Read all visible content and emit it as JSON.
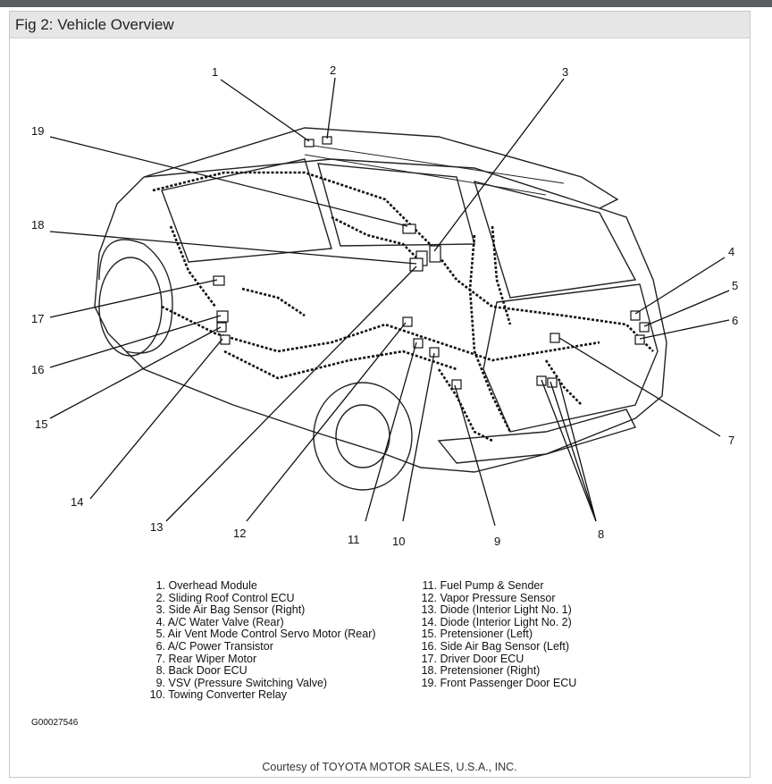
{
  "figure": {
    "title": "Fig 2: Vehicle Overview",
    "image_code": "G00027546",
    "credit": "Courtesy of TOYOTA MOTOR SALES, U.S.A., INC."
  },
  "callouts": [
    "1",
    "2",
    "3",
    "4",
    "5",
    "6",
    "7",
    "8",
    "9",
    "10",
    "11",
    "12",
    "13",
    "14",
    "15",
    "16",
    "17",
    "18",
    "19"
  ],
  "legend_left": [
    {
      "num": "1.",
      "label": "Overhead Module"
    },
    {
      "num": "2.",
      "label": "Sliding Roof Control ECU"
    },
    {
      "num": "3.",
      "label": "Side Air Bag Sensor (Right)"
    },
    {
      "num": "4.",
      "label": "A/C Water Valve (Rear)"
    },
    {
      "num": "5.",
      "label": "Air Vent Mode Control Servo Motor (Rear)"
    },
    {
      "num": "6.",
      "label": "A/C Power Transistor"
    },
    {
      "num": "7.",
      "label": "Rear Wiper Motor"
    },
    {
      "num": "8.",
      "label": "Back Door ECU"
    },
    {
      "num": "9.",
      "label": "VSV (Pressure Switching Valve)"
    },
    {
      "num": "10.",
      "label": "Towing Converter Relay"
    }
  ],
  "legend_right": [
    {
      "num": "11.",
      "label": "Fuel Pump & Sender"
    },
    {
      "num": "12.",
      "label": "Vapor Pressure Sensor"
    },
    {
      "num": "13.",
      "label": "Diode (Interior Light No. 1)"
    },
    {
      "num": "14.",
      "label": "Diode (Interior Light No. 2)"
    },
    {
      "num": "15.",
      "label": "Pretensioner (Left)"
    },
    {
      "num": "16.",
      "label": "Side Air Bag Sensor (Left)"
    },
    {
      "num": "17.",
      "label": "Driver Door ECU"
    },
    {
      "num": "18.",
      "label": "Pretensioner (Right)"
    },
    {
      "num": "19.",
      "label": "Front Passenger Door ECU"
    }
  ]
}
